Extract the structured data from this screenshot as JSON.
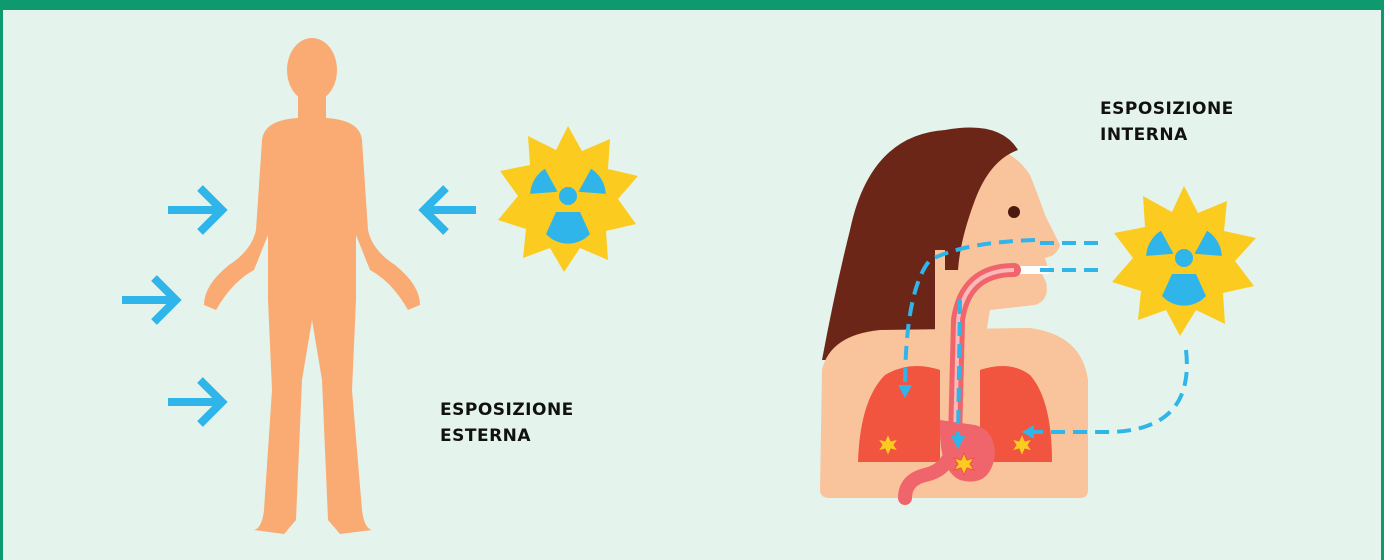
{
  "diagram": {
    "external": {
      "line1": "ESPOSIZIONE",
      "line2": "ESTERNA"
    },
    "internal": {
      "line1": "ESPOSIZIONE",
      "line2": "INTERNA"
    }
  },
  "colors": {
    "frame": "#0e9a6e",
    "background": "#e4f4ec",
    "skin": "#f9ab73",
    "arrow": "#2fb5ea",
    "star": "#fbcb20",
    "trefoil": "#2fb5ea",
    "hair": "#6b2618",
    "face": "#f9c49b",
    "lungs": "#f1543f",
    "tract": "#f0656b"
  },
  "icons": [
    "human-body-icon",
    "radiation-star-icon",
    "woman-head-profile-icon",
    "lungs-icon",
    "stomach-icon",
    "arrow-right-icon",
    "dashed-path-icon"
  ]
}
